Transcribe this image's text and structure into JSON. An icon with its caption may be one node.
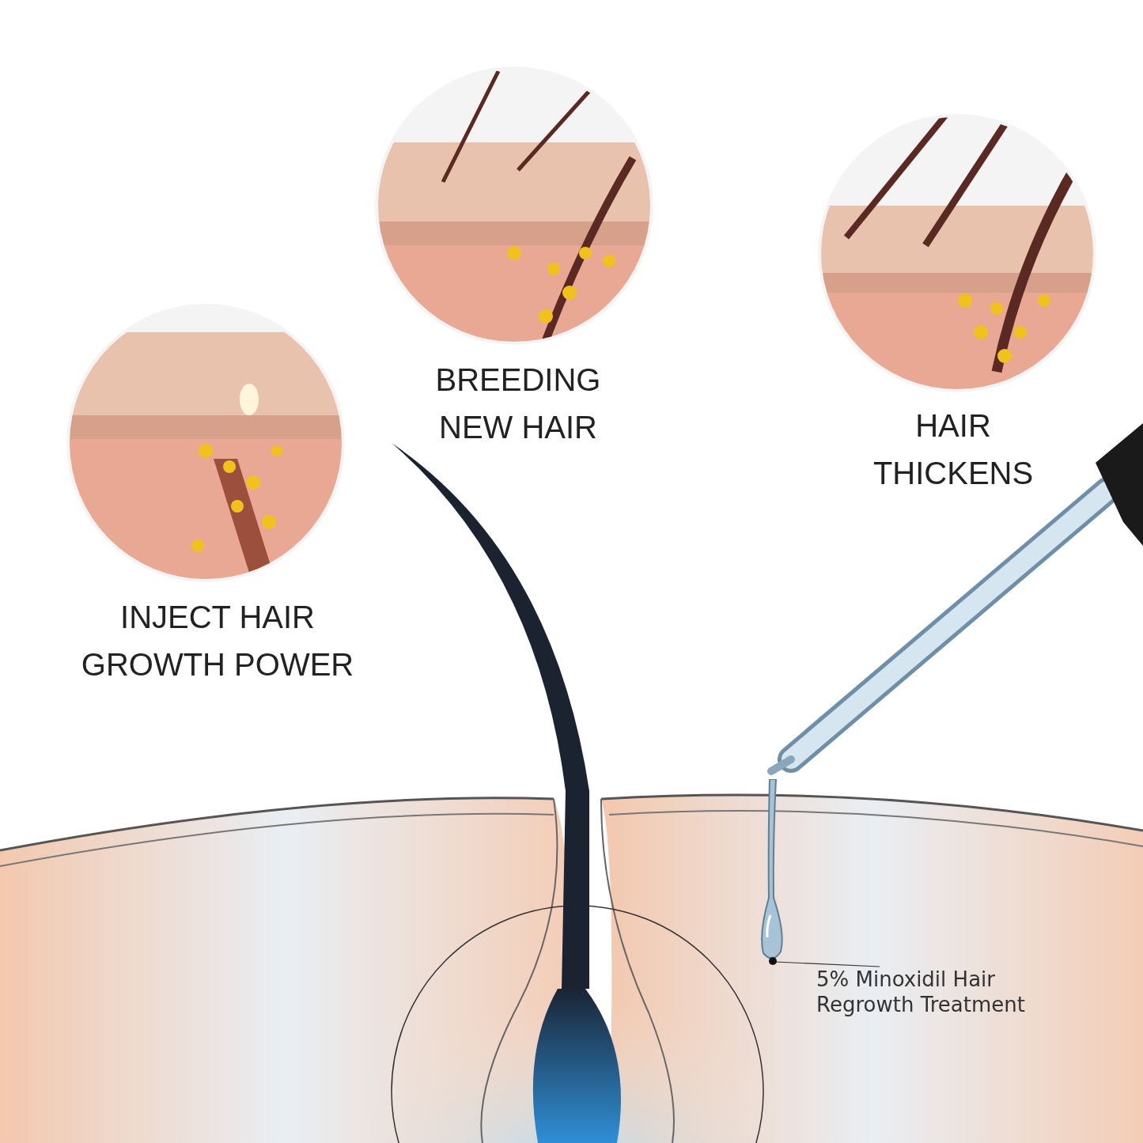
{
  "diagram": {
    "nodes": [
      {
        "text": [
          "5% Minoxidil Hair Regrowth Treatment"
        ]
      },
      {
        "text": [],
        "shape": "picture"
      }
    ],
    "edges": [
      {
        "from": 0,
        "to": 1,
        "arrow": "none"
      }
    ],
    "labels": [
      "BREEDING NEW HAIR",
      "HAIR THICKENS",
      "INJECT HAIR GROWTH POWER"
    ]
  }
}
